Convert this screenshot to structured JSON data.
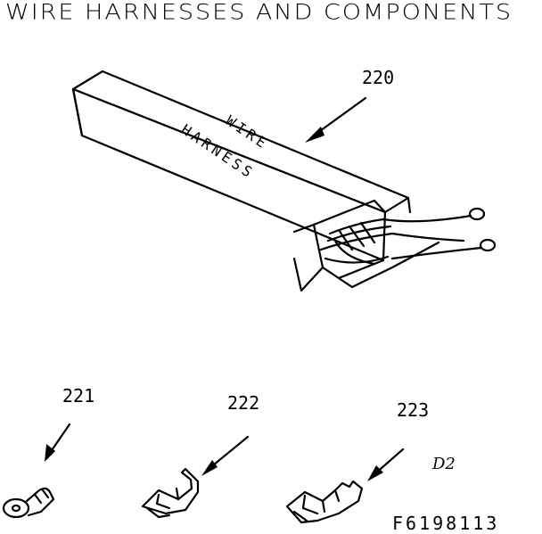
{
  "title": "WIRE HARNESSES AND COMPONENTS",
  "parts": [
    {
      "number": "220",
      "label_line1": "WIRE",
      "label_line2": "HARNESS"
    },
    {
      "number": "221"
    },
    {
      "number": "222"
    },
    {
      "number": "223"
    }
  ],
  "section_code": "D2",
  "figure_id": "F6198113",
  "colors": {
    "ink": "#000000",
    "paper": "#ffffff"
  }
}
